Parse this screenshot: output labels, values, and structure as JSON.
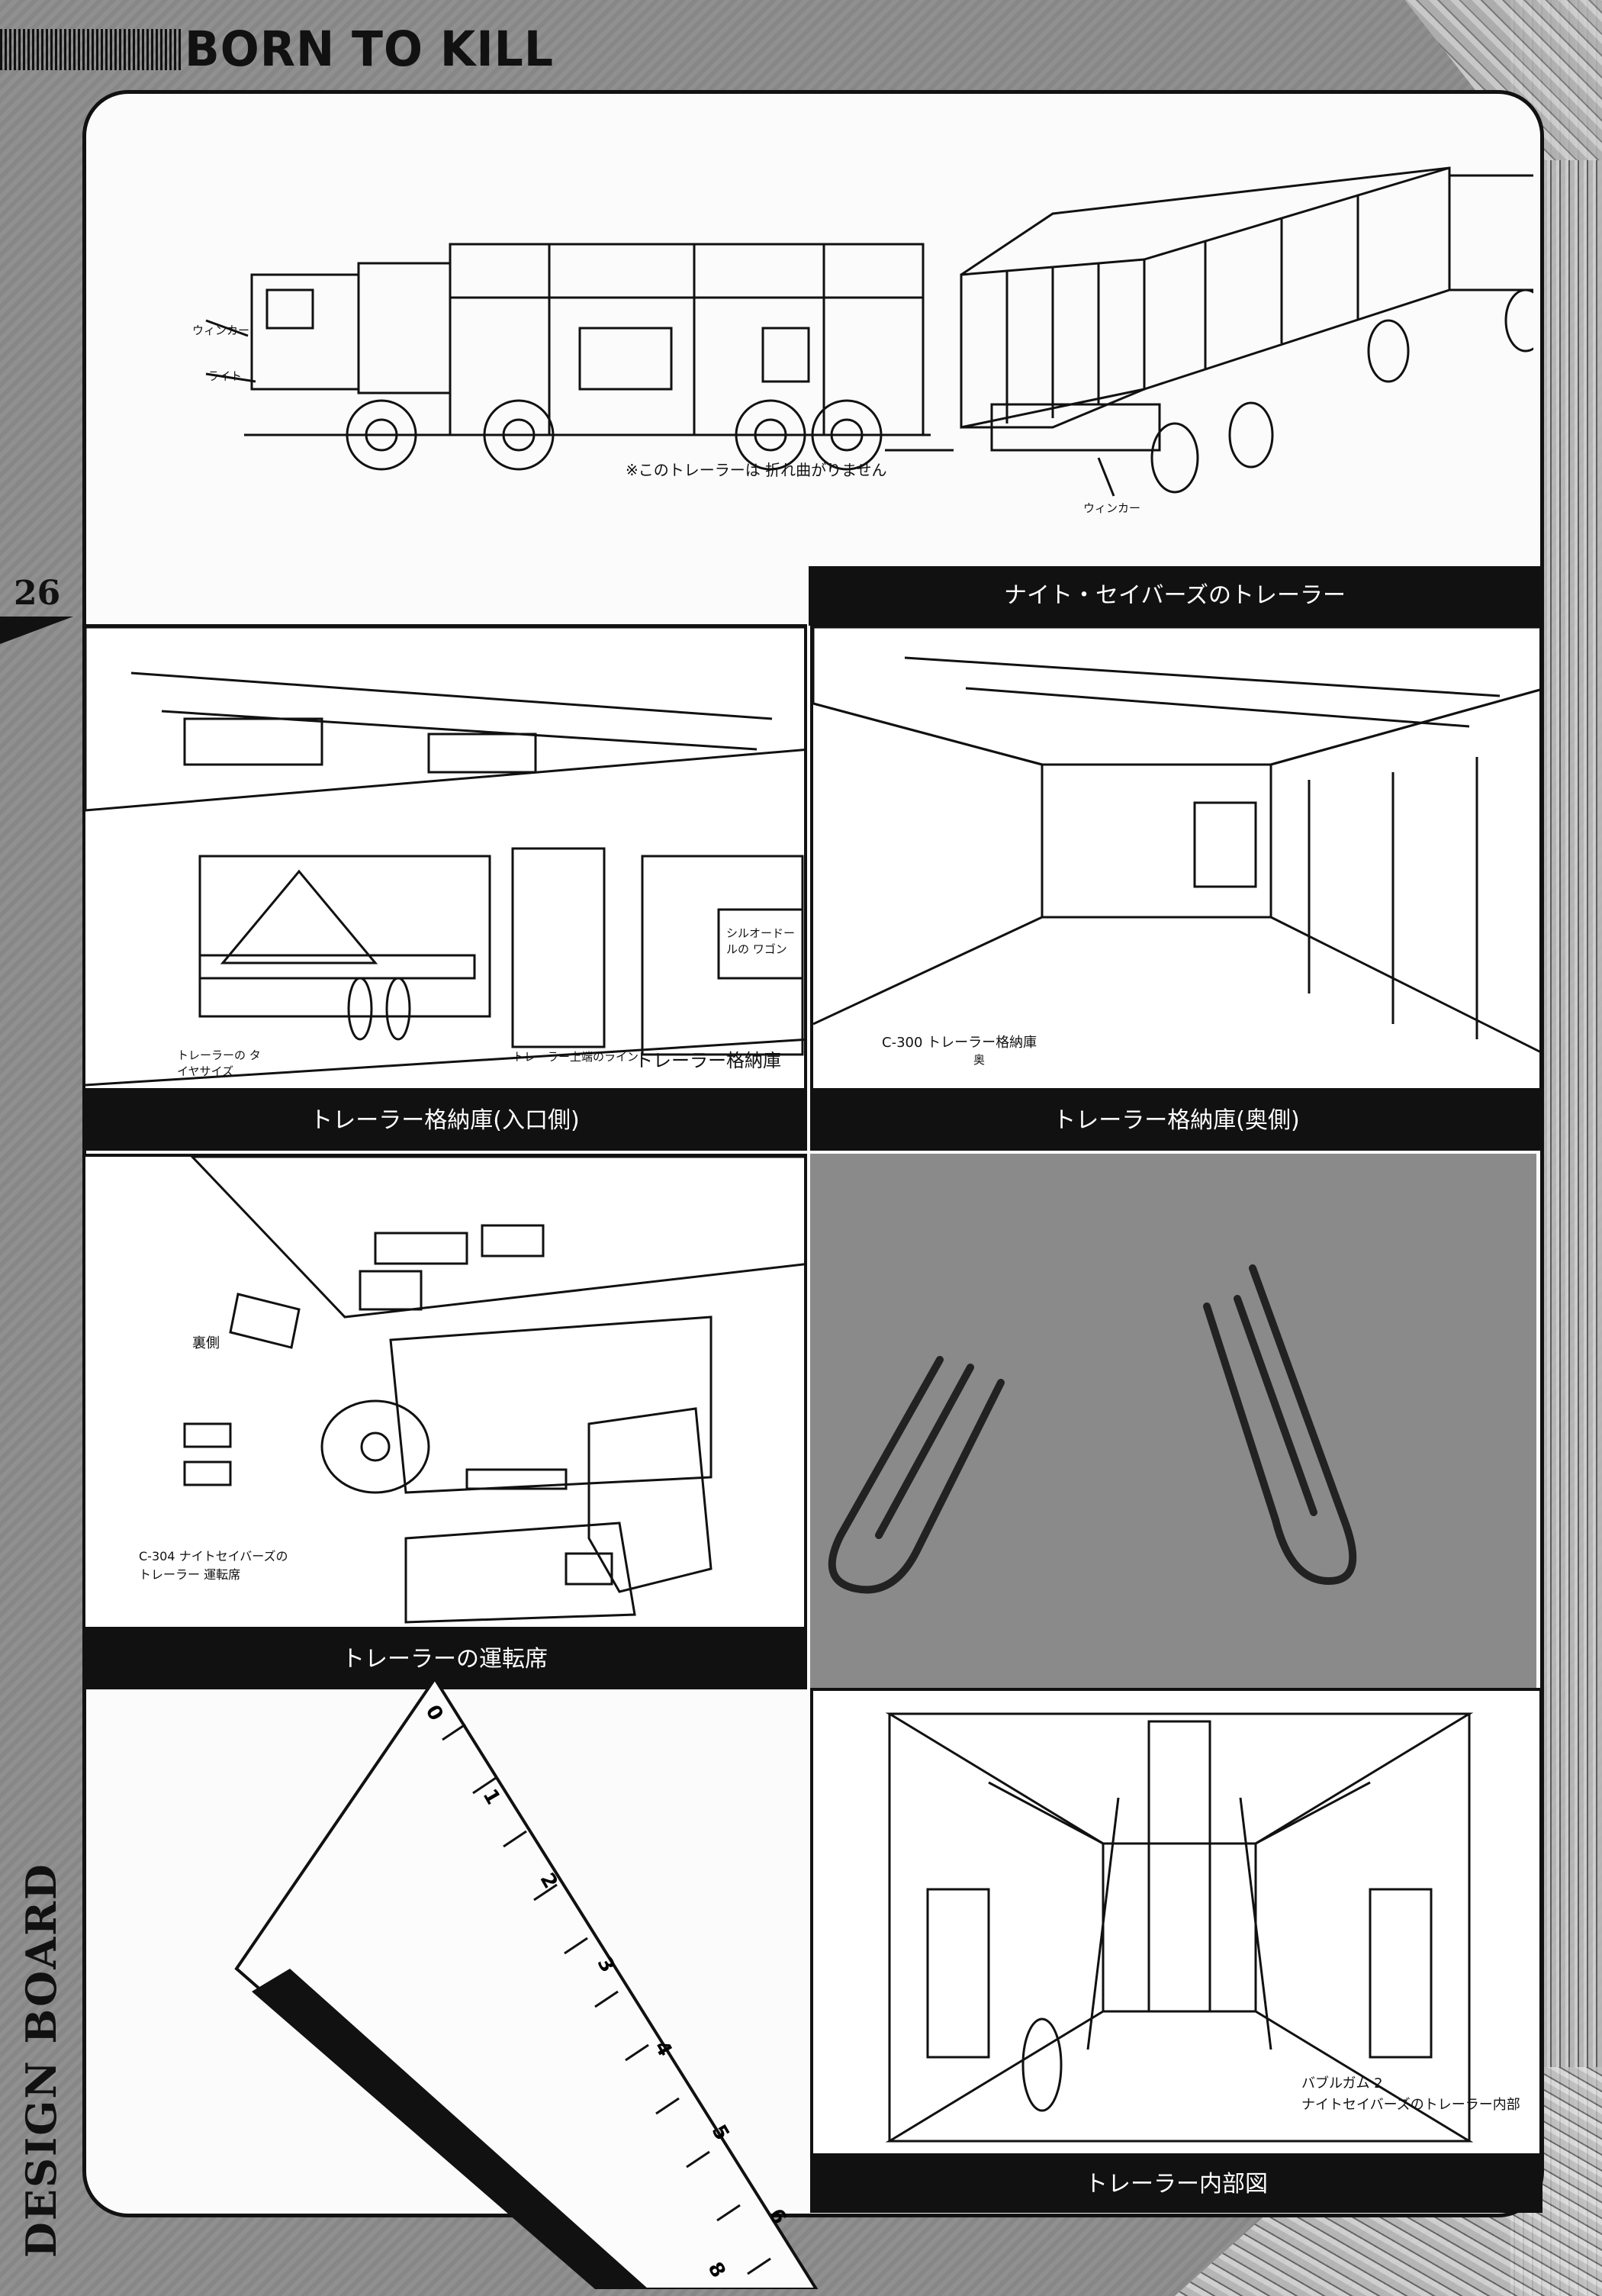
{
  "header": {
    "title": "BORN TO KILL"
  },
  "page_number": "26",
  "side_label": "DESIGN BOARD",
  "panels": {
    "trailer_exterior": {
      "caption": "ナイト・セイバーズのトレーラー",
      "notes": {
        "winker": "ウィンカー",
        "light": "ライト",
        "articulation": "※このトレーラーは 折れ曲がりません",
        "winker_rear": "ウィンカー"
      }
    },
    "hangar_entrance": {
      "caption": "トレーラー格納庫(入口側)",
      "notes": {
        "wagon": "シルオードールの ワゴン",
        "tire_size": "トレーラーの タイヤサイズ",
        "upper_line": "トレーラー上端のライン",
        "hangar": "トレーラー格納庫"
      }
    },
    "hangar_back": {
      "caption": "トレーラー格納庫(奥側)",
      "notes": {
        "code": "C-300 トレーラー格納庫",
        "sub": "奥"
      }
    },
    "driver_seat": {
      "caption": "トレーラーの運転席",
      "notes": {
        "sticker": "裏側",
        "label": "C-304 ナイトセイバーズの トレーラー 運転席"
      }
    },
    "trailer_interior": {
      "caption": "トレーラー内部図",
      "notes": {
        "line1": "バブルガム 2",
        "line2": "ナイトセイバーズのトレーラー内部"
      }
    }
  },
  "ruler": {
    "marks": [
      "0",
      "1",
      "2",
      "3",
      "4",
      "5",
      "6",
      "8"
    ]
  }
}
